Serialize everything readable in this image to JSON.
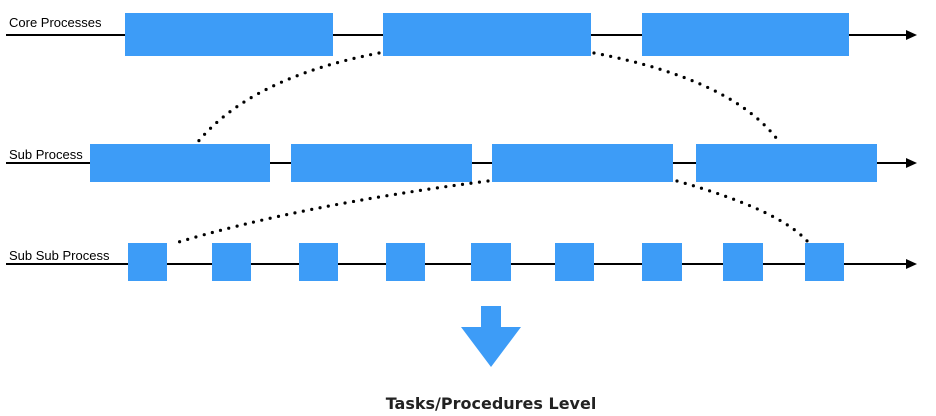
{
  "diagram": {
    "levels": [
      {
        "label": "Core Processes"
      },
      {
        "label": "Sub Process"
      },
      {
        "label": "Sub Sub Process"
      }
    ],
    "caption": "Tasks/Procedures Level",
    "colors": {
      "box": "#3d9cf7",
      "line": "#000000",
      "arrow": "#3d9cf7",
      "dots": "#000000"
    }
  }
}
